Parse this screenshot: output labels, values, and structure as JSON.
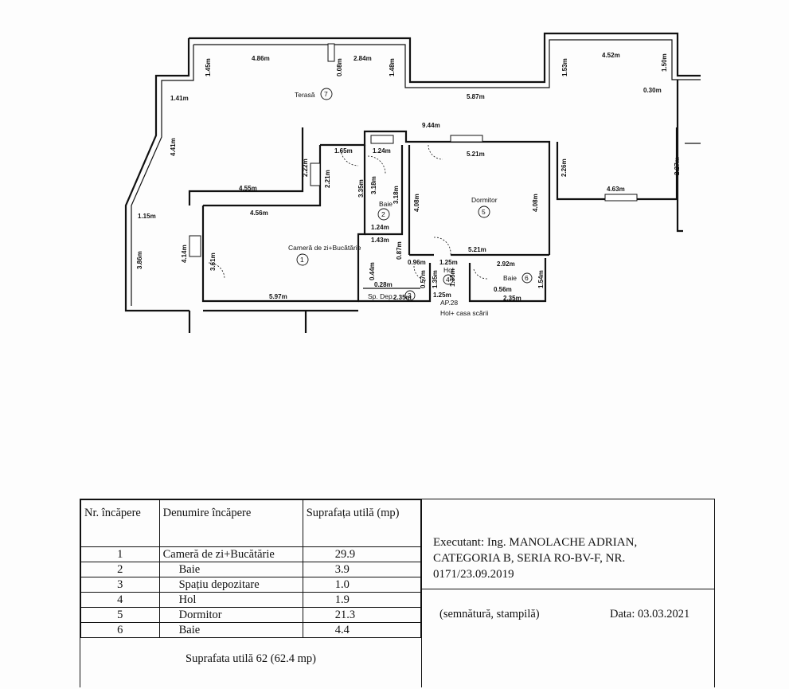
{
  "plan": {
    "rooms": [
      {
        "no": "1",
        "name": "Cameră de zi+Bucătărie"
      },
      {
        "no": "2",
        "name": "Baie"
      },
      {
        "no": "3",
        "name": "Sp. Dep."
      },
      {
        "no": "4",
        "name": "Hol"
      },
      {
        "no": "5",
        "name": "Dormitor"
      },
      {
        "no": "6",
        "name": "Baie"
      },
      {
        "no": "7",
        "name": "Terasă"
      }
    ],
    "stair_label": "AP.28",
    "stair_caption": "Hol+ casa scării",
    "dimensions": [
      "4.86m",
      "0.08m",
      "2.84m",
      "1.48m",
      "1.45m",
      "1.41m",
      "1.53m",
      "4.52m",
      "1.50m",
      "0.30m",
      "5.87m",
      "9.44m",
      "4.41m",
      "1.65m",
      "1.24m",
      "2.22m",
      "2.21m",
      "3.35m",
      "3.18m",
      "3.18m",
      "5.21m",
      "2.26m",
      "2.27m",
      "4.63m",
      "4.55m",
      "4.56m",
      "4.08m",
      "4.08m",
      "1.15m",
      "1.24m",
      "1.43m",
      "0.87m",
      "5.21m",
      "3.86m",
      "4.14m",
      "3.61m",
      "0.96m",
      "1.25m",
      "2.92m",
      "1.54m",
      "0.44m",
      "0.28m",
      "0.57m",
      "1.35m",
      "1.35m",
      "0.56m",
      "2.35m",
      "5.97m",
      "2.35m",
      "1.25m"
    ]
  },
  "table": {
    "headers": {
      "nr": "Nr. încăpere",
      "name": "Denumire încăpere",
      "area": "Suprafața utilă (mp)"
    },
    "rows": [
      {
        "nr": "1",
        "name": "Cameră de zi+Bucătărie",
        "area": "29.9"
      },
      {
        "nr": "2",
        "name": "Baie",
        "area": "3.9"
      },
      {
        "nr": "3",
        "name": "Spațiu depozitare",
        "area": "1.0"
      },
      {
        "nr": "4",
        "name": "Hol",
        "area": "1.9"
      },
      {
        "nr": "5",
        "name": "Dormitor",
        "area": "21.3"
      },
      {
        "nr": "6",
        "name": "Baie",
        "area": "4.4"
      }
    ],
    "total": "Suprafata utilă 62 (62.4 mp)"
  },
  "executant": {
    "line1": "Executant: Ing. MANOLACHE ADRIAN,",
    "line2": "CATEGORIA B, SERIA RO-BV-F, NR.",
    "line3": "0171/23.09.2019"
  },
  "signature": "(semnătură, stampilă)",
  "date": "Data: 03.03.2021"
}
